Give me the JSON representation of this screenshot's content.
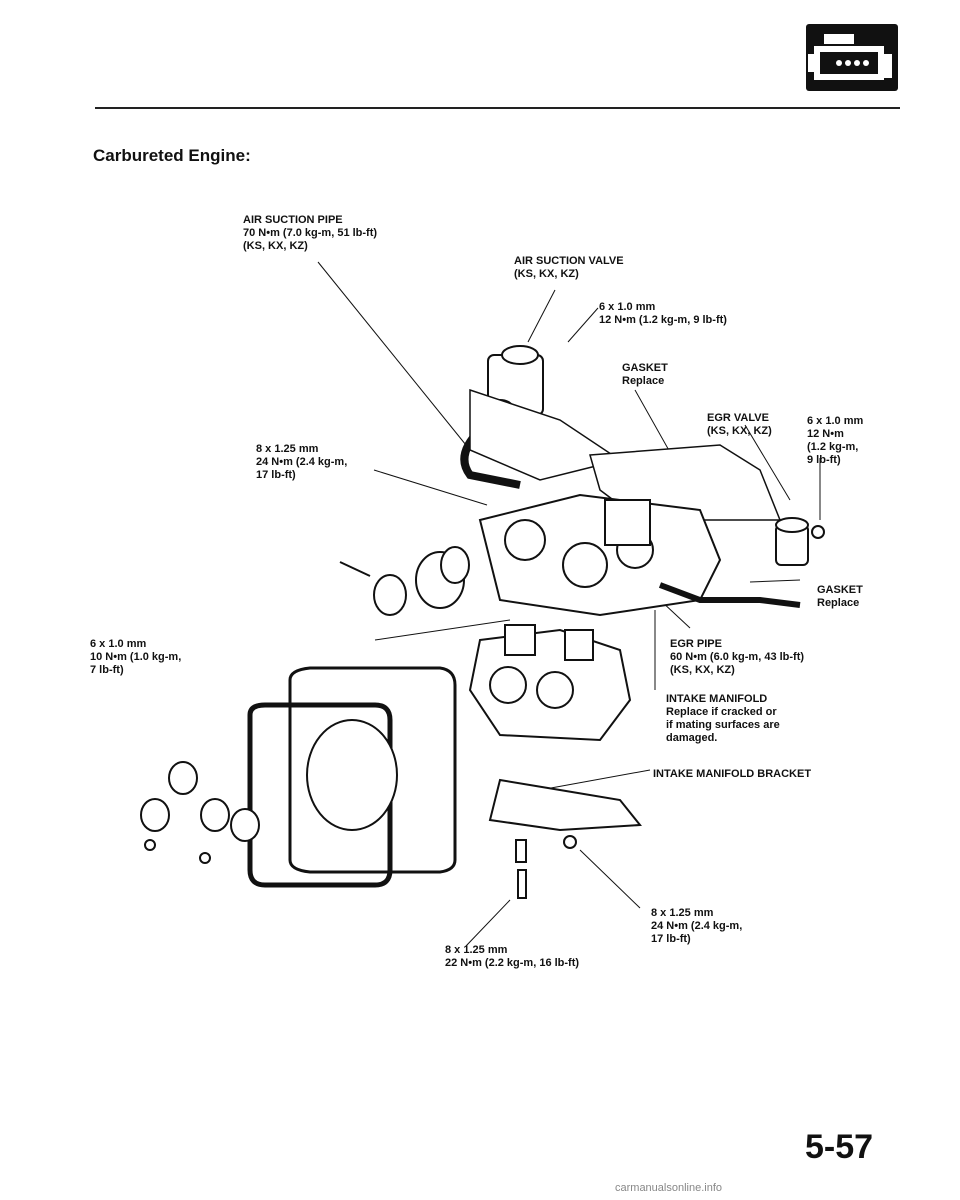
{
  "section_title": "Carbureted Engine:",
  "page_number": "5-57",
  "watermark": "carmanualsonline.info",
  "labels": {
    "air_suction_pipe": "AIR SUCTION PIPE\n70 N•m (7.0 kg-m, 51 lb-ft)\n(KS, KX, KZ)",
    "air_suction_valve": "AIR SUCTION VALVE\n(KS, KX, KZ)",
    "bolt_6x1_12nm_top": "6 x 1.0 mm\n12 N•m (1.2 kg-m, 9 lb-ft)",
    "gasket_top": "GASKET\nReplace",
    "egr_valve": "EGR VALVE\n(KS, KX, KZ)",
    "bolt_6x1_12nm_right": "6 x 1.0 mm\n12 N•m\n(1.2 kg-m,\n9 lb-ft)",
    "bolt_8x125_24nm_left": "8 x 1.25 mm\n24 N•m (2.4 kg-m,\n17 lb-ft)",
    "gasket_right": "GASKET\nReplace",
    "bolt_6x1_10nm": "6 x 1.0 mm\n10 N•m (1.0 kg-m,\n7 lb-ft)",
    "egr_pipe": "EGR PIPE\n60 N•m (6.0 kg-m, 43 lb-ft)\n(KS, KX, KZ)",
    "intake_manifold": "INTAKE MANIFOLD\nReplace if cracked or\nif mating surfaces are\ndamaged.",
    "intake_manifold_bracket": "INTAKE MANIFOLD BRACKET",
    "bolt_8x125_24nm_bottom": "8 x 1.25 mm\n24 N•m (2.4 kg-m,\n17 lb-ft)",
    "bolt_8x125_22nm": "8 x 1.25 mm\n22 N•m (2.2 kg-m, 16 lb-ft)"
  }
}
